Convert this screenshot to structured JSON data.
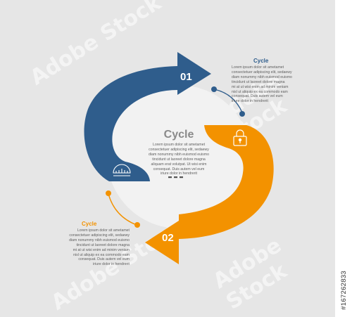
{
  "colors": {
    "background": "#e6e6e6",
    "blue": "#2f5d8c",
    "orange": "#f39200",
    "center_circle": "#f2f2f2",
    "title_blue": "#2f5d8c",
    "title_orange": "#f39200",
    "center_title": "#8a8a8a",
    "body_text": "#5f5f5f"
  },
  "center": {
    "title": "Cycle",
    "body_lines": [
      "Lorem ipsum dolor sit ametamet",
      "consectetuer adipiscing elit, sedaewy",
      "diam nonummy nibh euismod euismo",
      "tincidunt ut laoreet dolore magna",
      "aliquam erat volutpat. Ut wisi enim",
      "consequat. Duis autem vel eum",
      "iriure dolor in hendrerit"
    ]
  },
  "steps": [
    {
      "number": "01",
      "color": "#2f5d8c",
      "icon": "ruler-drafting-icon",
      "title": "Cycle",
      "body_lines": [
        "Lorem ipsum dolor sit ametamet",
        "consectetuer adipiscing elit, sedaewy",
        "diam nonummy nibh euismod euismo",
        "tincidunt ut laoreet dolore magna",
        "mi at ut wisi enim ad minim veniam",
        "nisl ut aliquip ex ea commodo eam",
        "consequat. Duis autem vel eum",
        "iriure dolor in hendrerit"
      ]
    },
    {
      "number": "02",
      "color": "#f39200",
      "icon": "padlock-icon",
      "title": "Cycle",
      "body_lines": [
        "Lorem ipsum dolor sit ametamet",
        "consectetuer adipiscing elit, sedaewy",
        "diam nonummy nibh euismod euismo",
        "tincidunt ut laoreet dolore magna",
        "mi at ut wisi enim ad minim veniam",
        "nisl ut aliquip ex ea commodo eam",
        "consequat. Duis autem vel eum",
        "iriure dolor in hendrerit"
      ]
    }
  ],
  "watermark": "Adobe Stock",
  "stock_id": "#167262833"
}
